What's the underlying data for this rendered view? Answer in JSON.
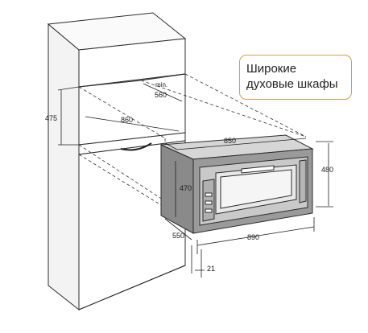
{
  "caption": {
    "line1": "Широкие",
    "line2": "духовые шкафы"
  },
  "dimensions": {
    "cabinet_height": "475",
    "niche_depth_min_label": "min.",
    "niche_depth_min": "560",
    "niche_width": "860",
    "oven_width_top": "850",
    "oven_front_height": "480",
    "oven_body_height": "470",
    "oven_depth": "550",
    "oven_front_width": "890",
    "front_protrusion": "21"
  },
  "colors": {
    "line": "#2b2b2b",
    "oven_body": "#8a8a8a",
    "oven_panel": "#bdbdbd",
    "dashed": "#333333",
    "caption_border": "#d99b4a"
  }
}
